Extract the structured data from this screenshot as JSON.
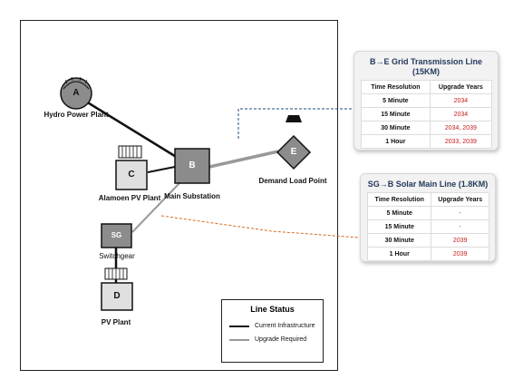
{
  "nodes": {
    "A": {
      "letter": "A",
      "label": "Hydro Power Plant"
    },
    "B": {
      "letter": "B",
      "label": "Main Substation"
    },
    "C": {
      "letter": "C",
      "label": "Alamoen PV Plant"
    },
    "D": {
      "letter": "D",
      "label": "PV Plant"
    },
    "E": {
      "letter": "E",
      "label": "Demand Load Point"
    },
    "SG": {
      "letter": "SG",
      "label": "Switchgear"
    }
  },
  "panel_be": {
    "title_line1": "B→E Grid Transmission Line",
    "title_line2": "(15KM)",
    "headers": [
      "Time Resolution",
      "Upgrade Years"
    ],
    "rows": [
      {
        "resolution": "5 Minute",
        "years": "2034"
      },
      {
        "resolution": "15 Minute",
        "years": "2034"
      },
      {
        "resolution": "30 Minute",
        "years": "2034, 2039"
      },
      {
        "resolution": "1 Hour",
        "years": "2033, 2039"
      }
    ]
  },
  "panel_sg": {
    "title": "SG→B Solar Main Line (1.8KM)",
    "headers": [
      "Time Resolution",
      "Upgrade Years"
    ],
    "rows": [
      {
        "resolution": "5 Minute",
        "years": "-"
      },
      {
        "resolution": "15 Minute",
        "years": "-"
      },
      {
        "resolution": "30 Minute",
        "years": "2039"
      },
      {
        "resolution": "1 Hour",
        "years": "2039"
      }
    ]
  },
  "legend": {
    "title": "Line Status",
    "items": [
      {
        "label": "Current Infrastructure",
        "color": "#111111"
      },
      {
        "label": "Upgrade Required",
        "color": "#999999"
      }
    ]
  },
  "colors": {
    "current_line": "#111111",
    "upgrade_line": "#999999",
    "node_fill": "#8c8c8c",
    "plant_fill": "#e0e0e0",
    "callout_blue": "#1f4e79",
    "callout_orange": "#d2691e",
    "year_red": "#c61a1a"
  }
}
